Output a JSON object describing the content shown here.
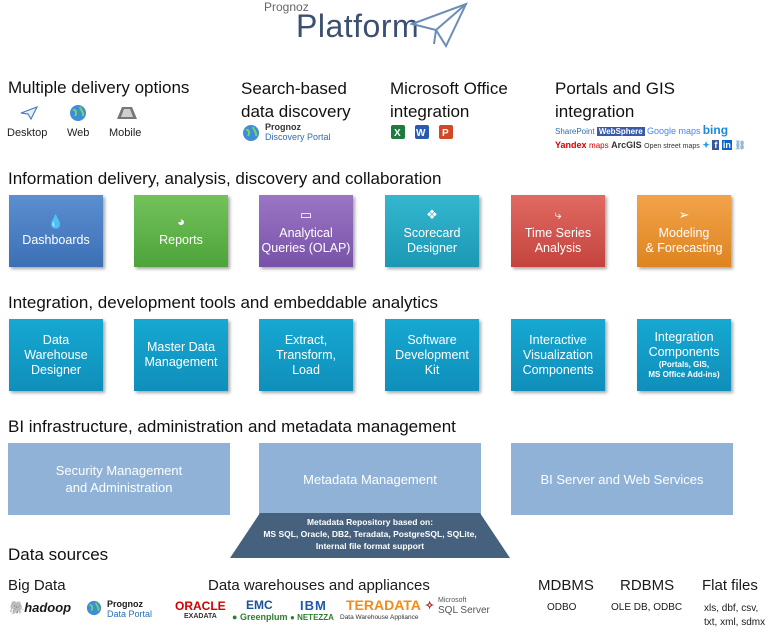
{
  "brand": {
    "company": "Prognoz",
    "product": "Platform"
  },
  "features": {
    "delivery": {
      "title": "Multiple delivery options",
      "items": [
        {
          "label": "Desktop",
          "icon": "plane-icon"
        },
        {
          "label": "Web",
          "icon": "globe-icon"
        },
        {
          "label": "Mobile",
          "icon": "tablet-icon"
        }
      ]
    },
    "search": {
      "title_line1": "Search-based",
      "title_line2": "data discovery",
      "logo_line1": "Prognoz",
      "logo_line2": "Discovery Portal"
    },
    "office": {
      "title_line1": "Microsoft Office",
      "title_line2": "integration"
    },
    "portals": {
      "title_line1": "Portals and GIS",
      "title_line2": "integration",
      "logos_row1": [
        "SharePoint",
        "WebSphere",
        "Google maps",
        "bing"
      ],
      "logos_row2": [
        "Yandex",
        "maps",
        "ArcGIS",
        "Open street maps"
      ]
    }
  },
  "sections": {
    "info": {
      "title": "Information delivery, analysis, discovery and collaboration",
      "tiles": [
        {
          "line1": "Dashboards",
          "line2": "",
          "color": "#4a7fc4"
        },
        {
          "line1": "Reports",
          "line2": "",
          "color": "#5fb449"
        },
        {
          "line1": "Analytical",
          "line2": "Queries (OLAP)",
          "color": "#8a63b8"
        },
        {
          "line1": "Scorecard",
          "line2": "Designer",
          "color": "#26a9c3"
        },
        {
          "line1": "Time Series",
          "line2": "Analysis",
          "color": "#d6554e"
        },
        {
          "line1": "Modeling",
          "line2": "& Forecasting",
          "color": "#ea952f"
        }
      ]
    },
    "integration": {
      "title": "Integration, development tools and embeddable analytics",
      "tiles": [
        {
          "lines": [
            "Data",
            "Warehouse",
            "Designer"
          ]
        },
        {
          "lines": [
            "Master Data",
            "Management"
          ]
        },
        {
          "lines": [
            "Extract,",
            "Transform,",
            "Load"
          ]
        },
        {
          "lines": [
            "Software",
            "Development",
            "Kit"
          ]
        },
        {
          "lines": [
            "Interactive",
            "Visualization",
            "Components"
          ]
        },
        {
          "lines": [
            "Integration",
            "Components"
          ],
          "note_line1": "(Portals, GIS,",
          "note_line2": "MS Office Add-ins)"
        }
      ]
    },
    "bi": {
      "title": "BI infrastructure, administration and metadata management",
      "security_line1": "Security Management",
      "security_line2": "and Administration",
      "metadata": "Metadata Management",
      "server": "BI Server and Web Services",
      "repo_lines": [
        "Metadata Repository based on:",
        "MS SQL, Oracle, DB2, Teradata, PostgreSQL, SQLite,",
        "Internal file format support"
      ]
    },
    "datasources": {
      "title": "Data sources",
      "bigdata": {
        "title": "Big Data",
        "hadoop": "hadoop",
        "portal_line1": "Prognoz",
        "portal_line2": "Data Portal"
      },
      "dw": {
        "title": "Data warehouses and appliances",
        "oracle": "ORACLE",
        "exadata": "EXADATA",
        "emc": "EMC",
        "greenplum": "Greenplum",
        "ibm": "IBM",
        "netezza": "NETEZZA",
        "teradata": "TERADATA",
        "teradata_sub": "Data Warehouse Appliance",
        "microsoft": "Microsoft",
        "sqlserver": "SQL Server"
      },
      "mdbms": {
        "title": "MDBMS",
        "value": "ODBO"
      },
      "rdbms": {
        "title": "RDBMS",
        "value": "OLE DB, ODBC"
      },
      "flat": {
        "title": "Flat files",
        "line1": "xls, dbf, csv,",
        "line2": "txt, xml, sdmx"
      }
    }
  }
}
